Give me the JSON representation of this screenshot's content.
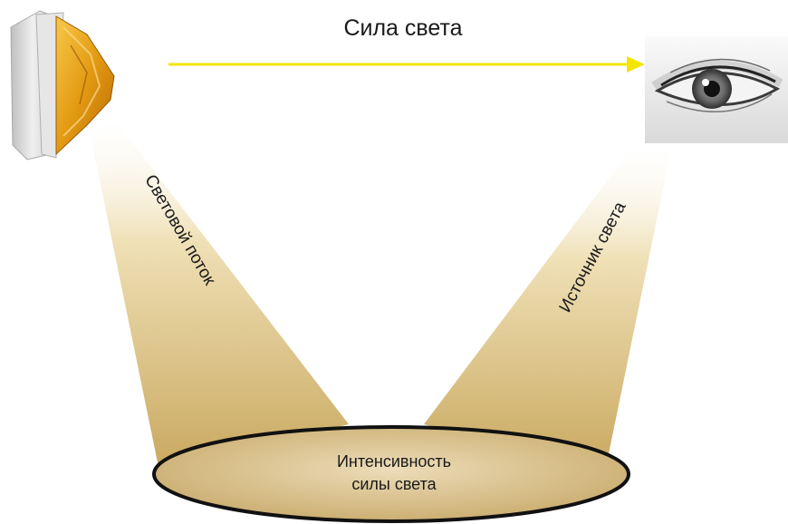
{
  "diagram": {
    "title": "Сила света",
    "beam_left_label": "Световой поток",
    "beam_right_label": "Источник света",
    "ellipse_label_line1": "Интенсивность",
    "ellipse_label_line2": "силы света"
  },
  "colors": {
    "arrow": "#f2e600",
    "beam": "#d9bd7a",
    "ellipse_fill": "#d6bc86",
    "ellipse_stroke": "#111111",
    "lamp_lens": "#e8a21a",
    "lamp_housing": "#dcdcdc"
  },
  "icons": {
    "light_source": "lamp-icon",
    "eye": "eye-icon"
  }
}
